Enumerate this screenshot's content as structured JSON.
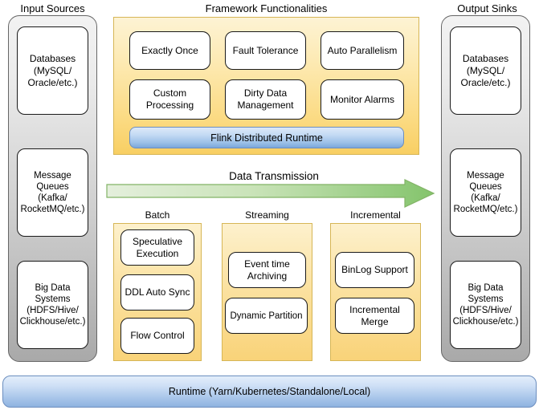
{
  "diagram": {
    "title_left": "Input Sources",
    "title_center": "Framework Functionalities",
    "title_right": "Output Sinks",
    "transmission_label": "Data Transmission",
    "runtime_bar": "Runtime (Yarn/Kubernetes/Standalone/Local)",
    "flink_runtime": "Flink Distributed Runtime"
  },
  "input_sources": {
    "label": "Input Sources",
    "nodes": [
      {
        "text": "Databases\n(MySQL/\nOracle/etc.)",
        "line1": "Databases",
        "line2": "(MySQL/",
        "line3": "Oracle/etc.)"
      },
      {
        "line1": "Message",
        "line2": "Queues",
        "line3": "(Kafka/",
        "line4": "RocketMQ/etc.)"
      },
      {
        "line1": "Big Data",
        "line2": "Systems",
        "line3": "(HDFS/Hive/",
        "line4": "Clickhouse/etc.)"
      }
    ]
  },
  "output_sinks": {
    "label": "Output Sinks",
    "nodes": [
      {
        "line1": "Databases",
        "line2": "(MySQL/",
        "line3": "Oracle/etc.)"
      },
      {
        "line1": "Message",
        "line2": "Queues",
        "line3": "(Kafka/",
        "line4": "RocketMQ/etc.)"
      },
      {
        "line1": "Big Data",
        "line2": "Systems",
        "line3": "(HDFS/Hive/",
        "line4": "Clickhouse/etc.)"
      }
    ]
  },
  "framework": {
    "label": "Framework Functionalities",
    "features": [
      "Exactly Once",
      "Fault Tolerance",
      "Auto Parallelism",
      "Custom Processing",
      "Dirty Data Management",
      "Monitor Alarms"
    ],
    "feature_lines": [
      [
        "Exactly Once"
      ],
      [
        "Fault Tolerance"
      ],
      [
        "Auto Parallelism"
      ],
      [
        "Custom",
        "Processing"
      ],
      [
        "Dirty Data",
        "Management"
      ],
      [
        "Monitor Alarms"
      ]
    ],
    "runtime_label": "Flink Distributed Runtime"
  },
  "modes": [
    {
      "name": "Batch",
      "items": [
        {
          "lines": [
            "Speculative",
            "Execution"
          ]
        },
        {
          "lines": [
            "DDL Auto Sync"
          ]
        },
        {
          "lines": [
            "Flow Control"
          ]
        }
      ]
    },
    {
      "name": "Streaming",
      "items": [
        {
          "lines": [
            "Event time",
            "Archiving"
          ]
        },
        {
          "lines": [
            "Dynamic Partition"
          ]
        }
      ]
    },
    {
      "name": "Incremental",
      "items": [
        {
          "lines": [
            "BinLog Support"
          ]
        },
        {
          "lines": [
            "Incremental",
            "Merge"
          ]
        }
      ]
    }
  ],
  "colors": {
    "yellow_border": "#d6b656",
    "yellow_fill_light": "#fdf3d4",
    "yellow_fill_dark": "#f8cf63",
    "blue_border": "#6c8ebf",
    "blue_fill_light": "#dce9f9",
    "blue_fill_dark": "#7ba7da",
    "gray_border": "#666666",
    "gray_fill_light": "#f2f2f2",
    "gray_fill_dark": "#a9a9a9",
    "green_border": "#82b366",
    "green_fill_light": "#e2efda",
    "green_fill_dark": "#82c46a",
    "node_border": "#1a1a1a",
    "node_fill": "#ffffff"
  }
}
